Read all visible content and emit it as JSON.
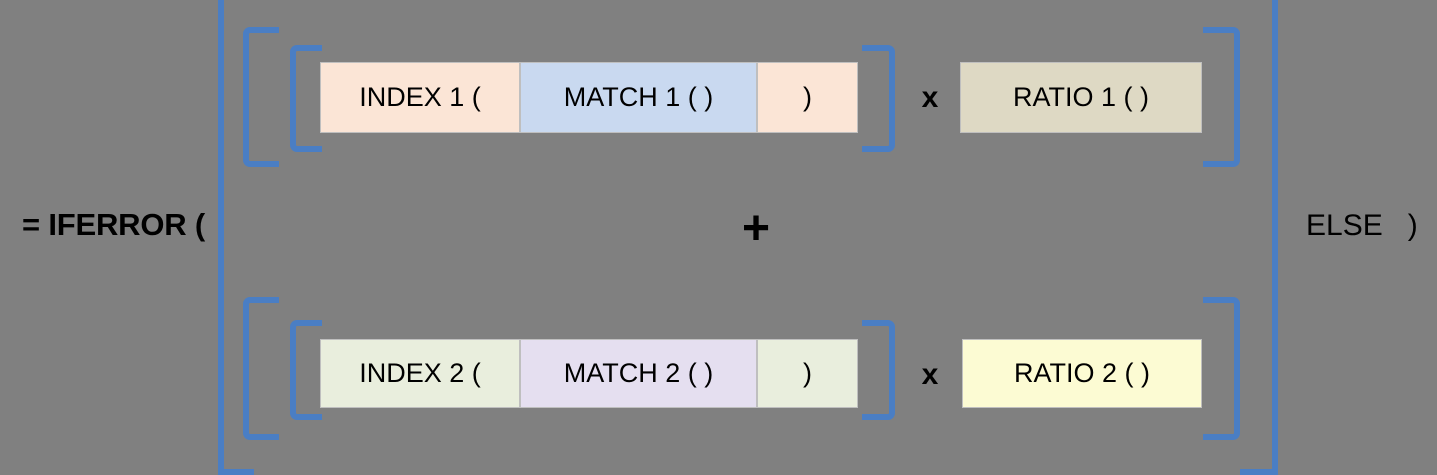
{
  "diagram": {
    "title_formula": "IFERROR nested INDEX MATCH weighted formula",
    "background_color": "#808080",
    "bracket_color": "#4a7ec4",
    "prefix_label": "= IFERROR (",
    "suffix_label": "ELSE   )",
    "operators": {
      "plus": "+",
      "times": "x"
    },
    "rows": [
      {
        "id": "row-1",
        "inner_group": [
          {
            "name": "index",
            "label": "INDEX 1 (",
            "color": "#fbe5d6"
          },
          {
            "name": "match",
            "label": "MATCH 1 ( )",
            "color": "#c9d9f0"
          },
          {
            "name": "close-paren",
            "label": ")",
            "color": "#fbe5d6"
          }
        ],
        "multiplier_operator": "x",
        "factor": {
          "name": "ratio",
          "label": "RATIO 1 ( )",
          "color": "#ded9c4"
        }
      },
      {
        "id": "row-2",
        "inner_group": [
          {
            "name": "index",
            "label": "INDEX 2 (",
            "color": "#e9eedd"
          },
          {
            "name": "match",
            "label": "MATCH 2 ( )",
            "color": "#e5dff0"
          },
          {
            "name": "close-paren",
            "label": ")",
            "color": "#e9eedd"
          }
        ],
        "multiplier_operator": "x",
        "factor": {
          "name": "ratio",
          "label": "RATIO 2 ( )",
          "color": "#fcfbd3"
        }
      }
    ]
  }
}
